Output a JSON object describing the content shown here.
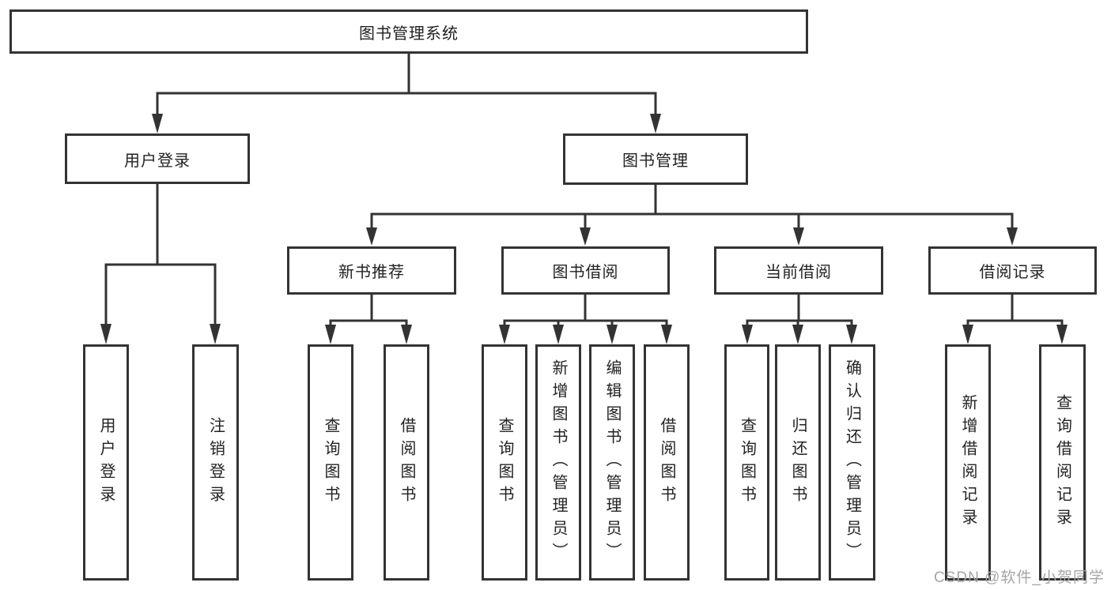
{
  "diagram": {
    "title": "图书管理系统",
    "colors": {
      "line": "#333333",
      "box_border": "#333333",
      "text": "#222222",
      "background": "#ffffff",
      "watermark": "#a5a5a5"
    }
  },
  "tree": {
    "user_login": {
      "label": "用户登录",
      "children": {
        "login": {
          "label": "用户登录"
        },
        "logout": {
          "label": "注销登录"
        }
      }
    },
    "book_mgmt": {
      "label": "图书管理",
      "children": {
        "new_book_rec": {
          "label": "新书推荐",
          "children": {
            "query": {
              "label": "查询图书"
            },
            "borrow": {
              "label": "借阅图书"
            }
          }
        },
        "book_borrow": {
          "label": "图书借阅",
          "children": {
            "query": {
              "label": "查询图书"
            },
            "add": {
              "label": "新增图书（管理员）"
            },
            "edit": {
              "label": "编辑图书（管理员）"
            },
            "borrow": {
              "label": "借阅图书"
            }
          }
        },
        "current_borrow": {
          "label": "当前借阅",
          "children": {
            "query": {
              "label": "查询图书"
            },
            "return": {
              "label": "归还图书"
            },
            "confirm": {
              "label": "确认归还（管理员）"
            }
          }
        },
        "borrow_records": {
          "label": "借阅记录",
          "children": {
            "add": {
              "label": "新增借阅记录"
            },
            "query": {
              "label": "查询借阅记录"
            }
          }
        }
      }
    }
  },
  "watermark": {
    "text": "CSDN @软件_小贺同学"
  }
}
